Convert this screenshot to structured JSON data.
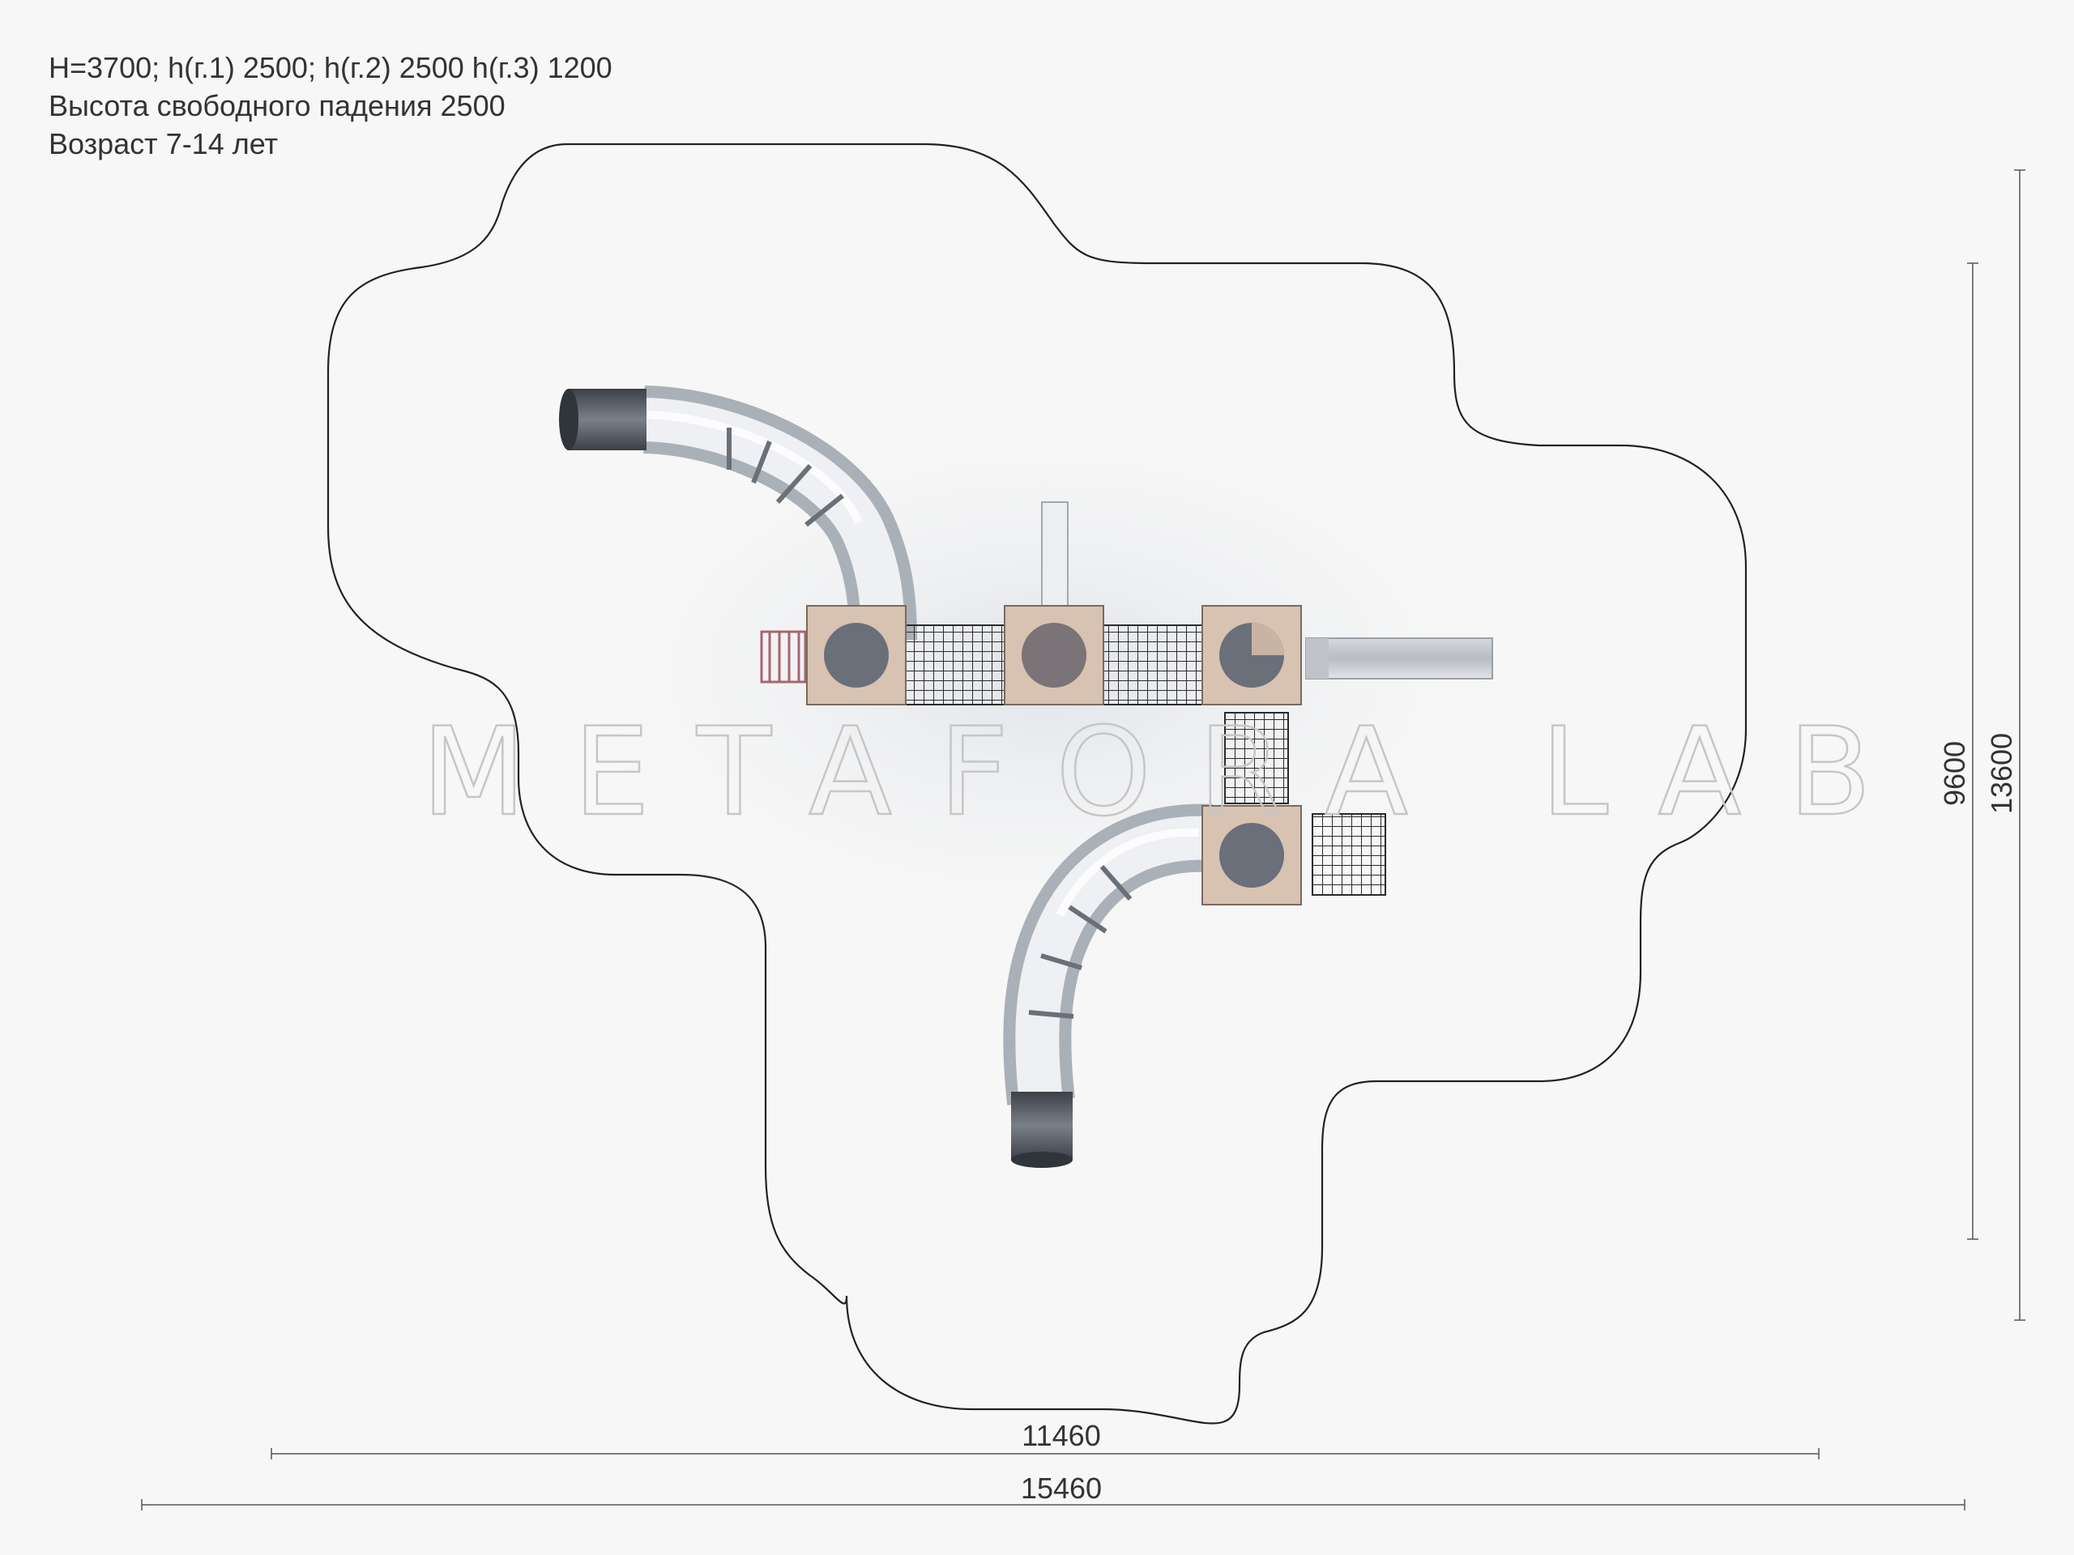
{
  "info": {
    "line1": "H=3700; h(г.1) 2500; h(г.2) 2500 h(г.3) 1200",
    "line2": "Высота свободного падения 2500",
    "line3": "Возраст 7-14 лет"
  },
  "dimensions": {
    "inner_width": "11460",
    "outer_width": "15460",
    "inner_height": "9600",
    "outer_height": "13600"
  },
  "watermark": "METAFORA LAB",
  "colors": {
    "line": "#222222",
    "platform": "#d8c2b2",
    "hatch": "#6a6f7a",
    "tube": "#d9dde3",
    "tube_end": "#5a5f68",
    "slide": "#c8ccd2",
    "net": "#2b2b2b",
    "ladder": "#a9646f"
  }
}
